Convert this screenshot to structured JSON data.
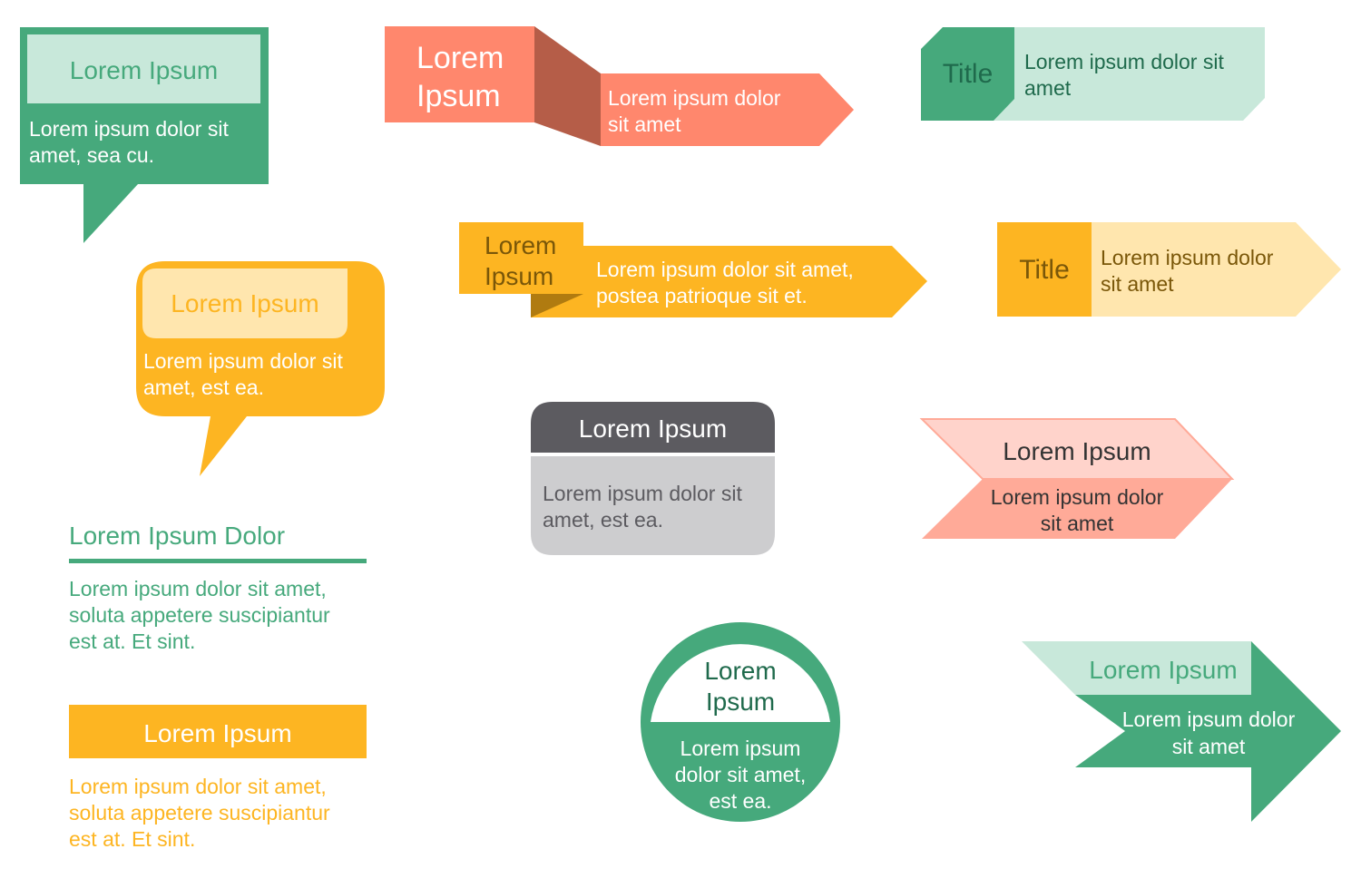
{
  "colors": {
    "green": "#46A97C",
    "green_light": "#C8E8DA",
    "green_dark": "#1F6A4C",
    "coral": "#FF876D",
    "coral_dark": "#B55D48",
    "amber": "#FDB522",
    "amber_light": "#FFE6AE",
    "amber_dark": "#B07B10",
    "gray_dark": "#5C5B60",
    "gray_light": "#CDCDCF",
    "salmon": "#FFAA98",
    "salmon_light": "#FFD3CB"
  },
  "callouts": {
    "green_speech": {
      "title": "Lorem Ipsum",
      "body": [
        "Lorem ipsum dolor sit",
        "amet, sea cu."
      ]
    },
    "coral_ribbon": {
      "title": [
        "Lorem",
        "Ipsum"
      ],
      "body": [
        "Lorem ipsum dolor",
        "sit amet"
      ]
    },
    "green_title_tag": {
      "title": "Title",
      "body": [
        "Lorem ipsum dolor sit",
        "amet"
      ]
    },
    "amber_speech": {
      "title": "Lorem Ipsum",
      "body": [
        "Lorem ipsum dolor sit",
        "amet, est ea."
      ]
    },
    "amber_ribbon": {
      "title": [
        "Lorem",
        "Ipsum"
      ],
      "body": [
        "Lorem ipsum dolor sit amet,",
        "postea patrioque sit et."
      ]
    },
    "amber_title_arrow": {
      "title": "Title",
      "body": [
        "Lorem ipsum dolor",
        "sit amet"
      ]
    },
    "gray_card": {
      "title": "Lorem Ipsum",
      "body": [
        "Lorem ipsum dolor sit",
        "amet, est ea."
      ]
    },
    "salmon_chevron": {
      "title": "Lorem Ipsum",
      "body": [
        "Lorem ipsum dolor",
        "sit amet"
      ]
    },
    "green_heading_block": {
      "title": "Lorem Ipsum Dolor",
      "body": [
        "Lorem ipsum dolor sit amet,",
        "soluta appetere suscipiantur",
        "est at. Et sint."
      ]
    },
    "amber_heading_block": {
      "title": "Lorem Ipsum",
      "body": [
        "Lorem ipsum dolor sit amet,",
        "soluta appetere suscipiantur",
        "est at. Et sint."
      ]
    },
    "green_circle": {
      "title": [
        "Lorem",
        "Ipsum"
      ],
      "body": [
        "Lorem ipsum",
        "dolor sit amet,",
        "est ea."
      ]
    },
    "green_arrow": {
      "title": "Lorem Ipsum",
      "body": [
        "Lorem ipsum dolor",
        "sit amet"
      ]
    }
  }
}
